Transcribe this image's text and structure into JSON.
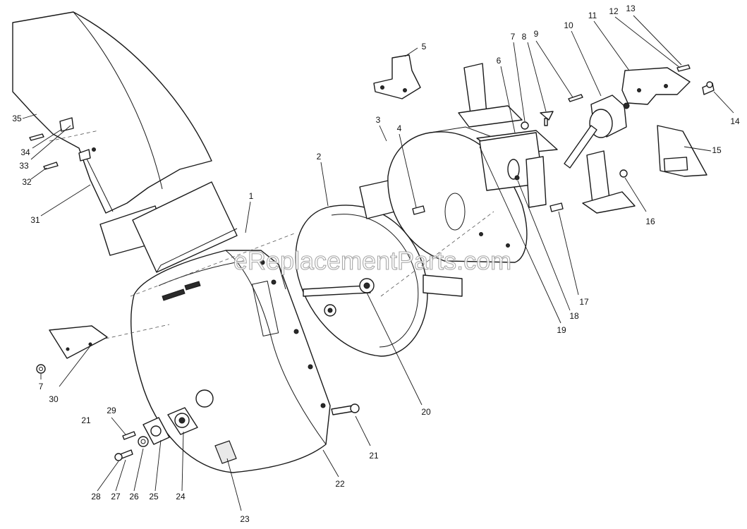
{
  "watermark": "eReplacementParts.com",
  "callouts": [
    {
      "id": "c35",
      "text": "35"
    },
    {
      "id": "c34",
      "text": "34"
    },
    {
      "id": "c33",
      "text": "33"
    },
    {
      "id": "c32",
      "text": "32"
    },
    {
      "id": "c31",
      "text": "31"
    },
    {
      "id": "c1",
      "text": "1"
    },
    {
      "id": "c2",
      "text": "2"
    },
    {
      "id": "c3",
      "text": "3"
    },
    {
      "id": "c4",
      "text": "4"
    },
    {
      "id": "c5",
      "text": "5"
    },
    {
      "id": "c6",
      "text": "6"
    },
    {
      "id": "c7a",
      "text": "7"
    },
    {
      "id": "c8",
      "text": "8"
    },
    {
      "id": "c9",
      "text": "9"
    },
    {
      "id": "c10",
      "text": "10"
    },
    {
      "id": "c11",
      "text": "11"
    },
    {
      "id": "c12",
      "text": "12"
    },
    {
      "id": "c13",
      "text": "13"
    },
    {
      "id": "c14",
      "text": "14"
    },
    {
      "id": "c15",
      "text": "15"
    },
    {
      "id": "c16",
      "text": "16"
    },
    {
      "id": "c17",
      "text": "17"
    },
    {
      "id": "c18",
      "text": "18"
    },
    {
      "id": "c19",
      "text": "19"
    },
    {
      "id": "c20",
      "text": "20"
    },
    {
      "id": "c21a",
      "text": "21"
    },
    {
      "id": "c21b",
      "text": "21"
    },
    {
      "id": "c22",
      "text": "22"
    },
    {
      "id": "c23",
      "text": "23"
    },
    {
      "id": "c24",
      "text": "24"
    },
    {
      "id": "c25",
      "text": "25"
    },
    {
      "id": "c26",
      "text": "26"
    },
    {
      "id": "c27",
      "text": "27"
    },
    {
      "id": "c28",
      "text": "28"
    },
    {
      "id": "c29",
      "text": "29"
    },
    {
      "id": "c30",
      "text": "30"
    },
    {
      "id": "c7b",
      "text": "7"
    }
  ]
}
